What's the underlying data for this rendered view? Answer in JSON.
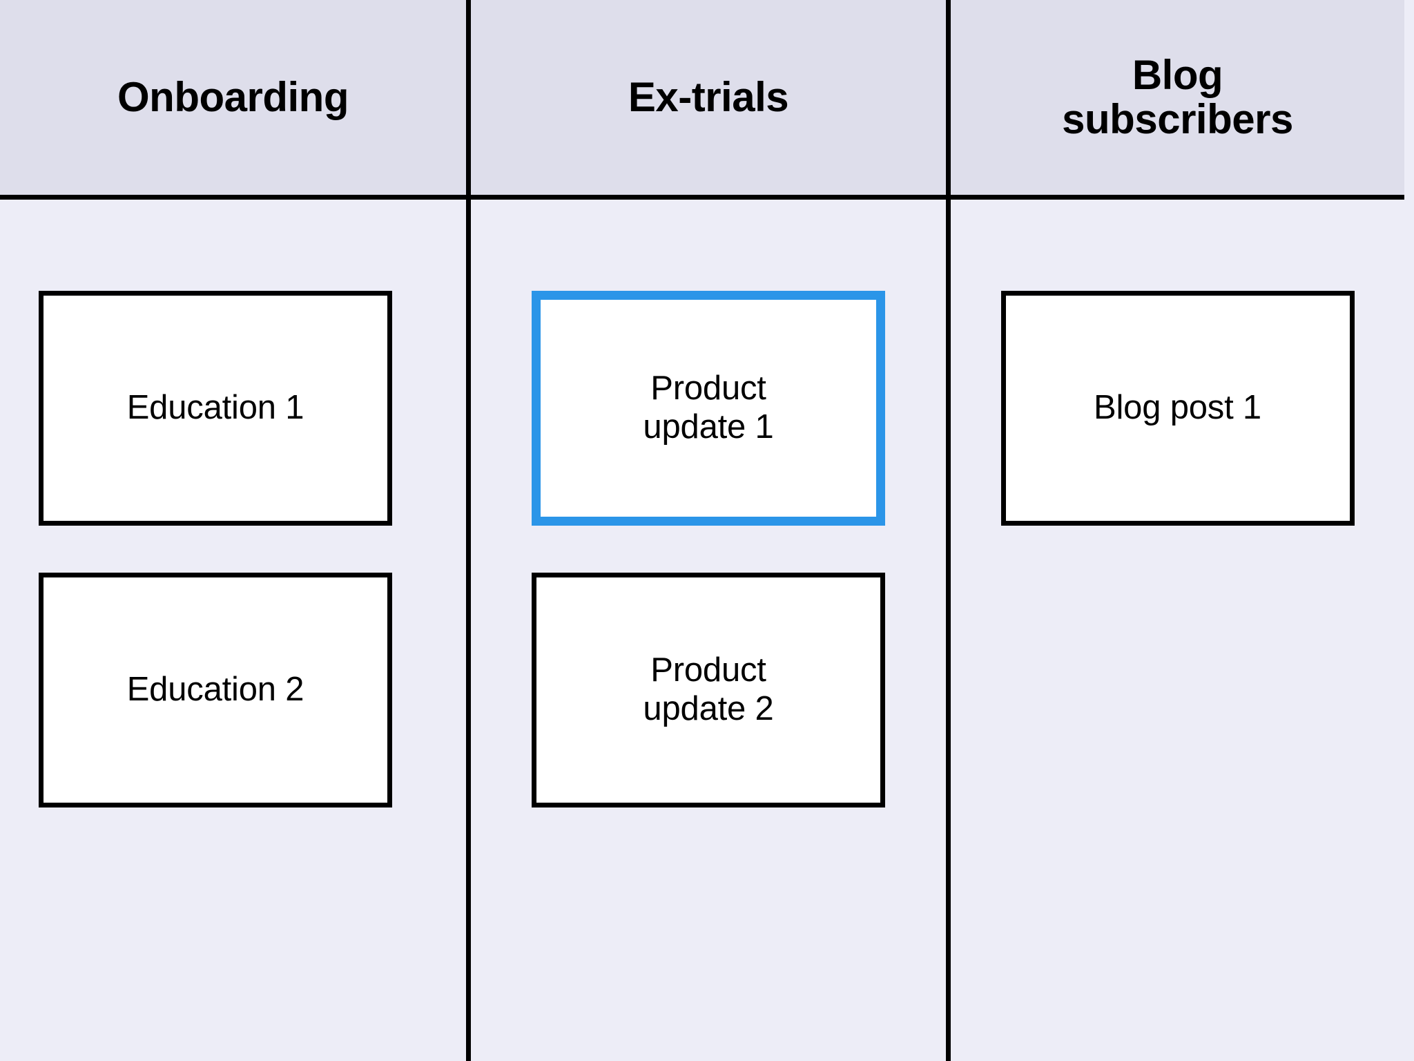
{
  "board": {
    "background_color": "#ededf7",
    "header_background_color": "#dedeeb",
    "divider_color": "#000000",
    "accent_color": "#2b95e8",
    "columns": [
      {
        "id": "onboarding",
        "title": "Onboarding",
        "cards": [
          {
            "id": "education-1",
            "label": "Education 1",
            "selected": false,
            "border_color": "#000000"
          },
          {
            "id": "education-2",
            "label": "Education 2",
            "selected": false,
            "border_color": "#000000"
          }
        ]
      },
      {
        "id": "ex-trials",
        "title": "Ex-trials",
        "cards": [
          {
            "id": "product-update-1",
            "label": "Product\nupdate 1",
            "selected": true,
            "border_color": "#2b95e8"
          },
          {
            "id": "product-update-2",
            "label": "Product\nupdate 2",
            "selected": false,
            "border_color": "#000000"
          }
        ]
      },
      {
        "id": "blog-subscribers",
        "title": "Blog\nsubscribers",
        "cards": [
          {
            "id": "blog-post-1",
            "label": "Blog post 1",
            "selected": false,
            "border_color": "#000000"
          }
        ]
      }
    ]
  }
}
